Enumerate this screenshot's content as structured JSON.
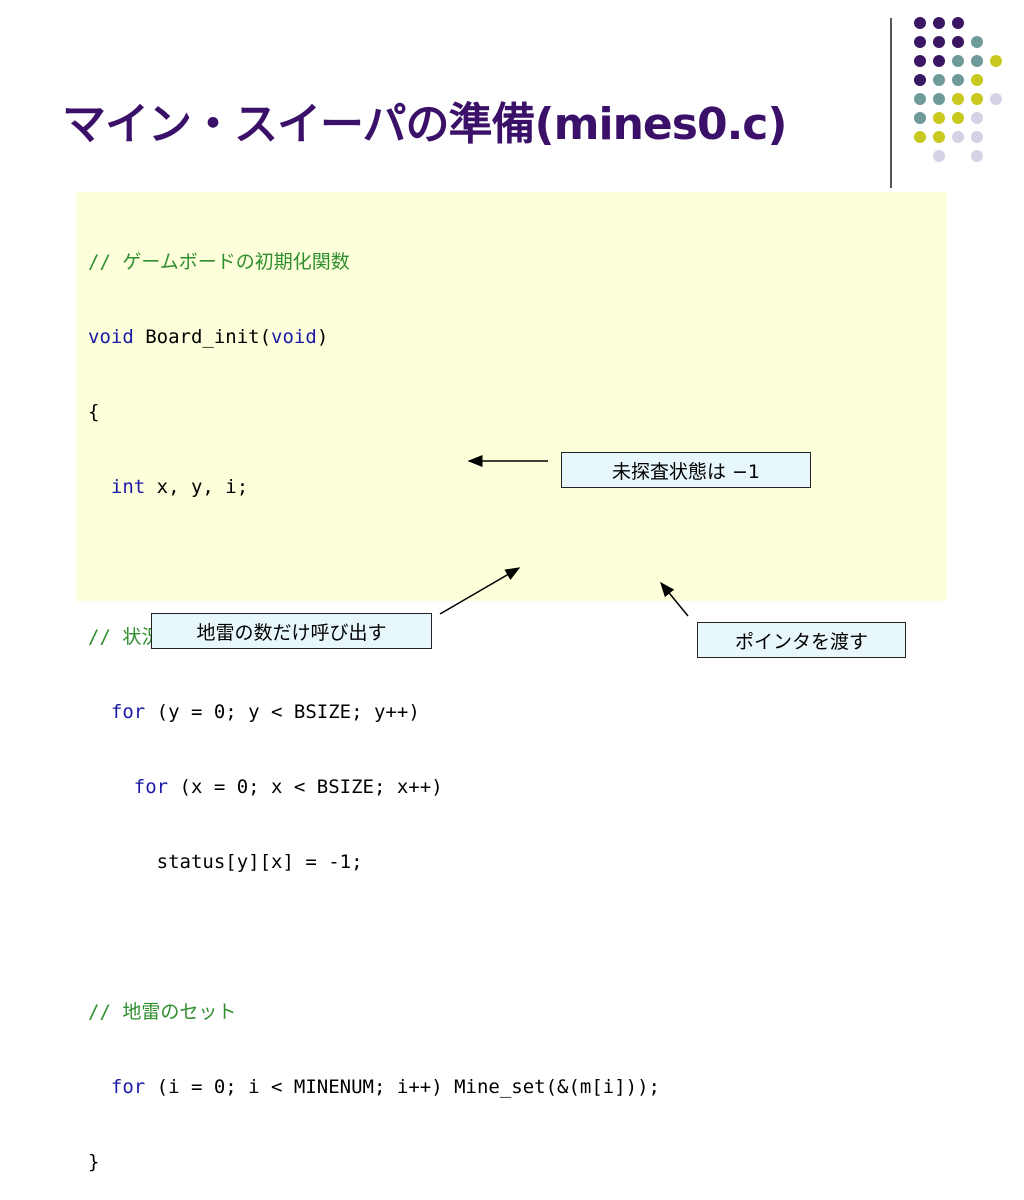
{
  "slide": {
    "title": "マイン・スイーパの準備(mines0.c)"
  },
  "code": {
    "comment1": "// ゲームボードの初期化関数",
    "kw_void1": "void",
    "fn_head": " Board_init(",
    "kw_void2": "void",
    "fn_close": ")",
    "open_brace": "{",
    "indent1": "  ",
    "kw_int": "int",
    "decl": " x, y, i;",
    "comment2": "// 状況マップの初期化",
    "kw_for1": "for",
    "for1_rest": " (y = 0; y < BSIZE; y++)",
    "indent2": "    ",
    "kw_for2": "for",
    "for2_rest": " (x = 0; x < BSIZE; x++)",
    "status_line": "      status[y][x] = -1;",
    "comment3": "// 地雷のセット",
    "kw_for3": "for",
    "for3_rest": " (i = 0; i < MINENUM; i++) Mine_set(&(m[i]));",
    "close_brace": "}"
  },
  "callouts": {
    "status": "未探査状態は −1",
    "mine_count": "地雷の数だけ呼び出す",
    "pointer": "ポインタを渡す"
  },
  "colors": {
    "title": "#3a1068",
    "code_bg": "#fcffd9",
    "comment": "#2f8f2f",
    "keyword": "#1a1aa6",
    "callout_bg": "#e7f7fb",
    "dot_purple": "#3b1663",
    "dot_teal": "#6f9a9a",
    "dot_olive": "#c8c81e",
    "dot_lavender": "#d4d3e6"
  }
}
